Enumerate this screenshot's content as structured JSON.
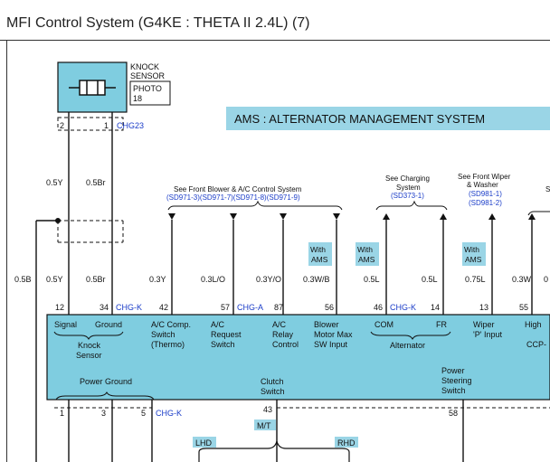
{
  "title": "MFI Control System  (G4KE : THETA II 2.4L) (7)",
  "ams_banner": "AMS : ALTERNATOR MANAGEMENT SYSTEM",
  "knock_sensor": {
    "label_line1": "KNOCK",
    "label_line2": "SENSOR",
    "photo_line1": "PHOTO",
    "photo_line2": "18",
    "pin_a": "2",
    "pin_b": "1",
    "connector": "CHG23"
  },
  "wires": {
    "w_05y_top": "0.5Y",
    "w_05br_top": "0.5Br",
    "w_05b": "0.5B",
    "w_05y": "0.5Y",
    "w_05br": "0.5Br",
    "w_03y": "0.3Y",
    "w_03lo": "0.3L/O",
    "w_03yo": "0.3Y/O",
    "w_03wb": "0.3W/B",
    "w_05l_a": "0.5L",
    "w_05l_b": "0.5L",
    "w_075l": "0.75L",
    "w_03w": "0.3W",
    "w_0_cut": "0"
  },
  "refs": {
    "blower_title": "See Front Blower & A/C Control System",
    "blower_codes": "(SD971-3)(SD971-7)(SD971-8)(SD971-9)",
    "charging_l1": "See Charging",
    "charging_l2": "System",
    "charging_code": "(SD373-1)",
    "wiper_l1": "See Front Wiper",
    "wiper_l2": "& Washer",
    "wiper_code1": "(SD981-1)",
    "wiper_code2": "(SD981-2)",
    "cut_s": "S"
  },
  "with_ams": {
    "l1": "With",
    "l2": "AMS"
  },
  "pins": {
    "p12": "12",
    "p34": "34",
    "conn_chgk1": "CHG-K",
    "p42": "42",
    "p57": "57",
    "conn_chga": "CHG-A",
    "p87": "87",
    "p56": "56",
    "p46": "46",
    "conn_chgk2": "CHG-K",
    "p14": "14",
    "p13": "13",
    "p55": "55",
    "p1": "1",
    "p3": "3",
    "p5": "5",
    "conn_chgk3": "CHG-K",
    "p43": "43",
    "p58": "58"
  },
  "ecm_labels": {
    "signal": "Signal",
    "ground": "Ground",
    "knock": "Knock",
    "sensor": "Sensor",
    "ac_comp_1": "A/C Comp.",
    "ac_comp_2": "Switch",
    "ac_comp_3": "(Thermo)",
    "ac_req_1": "A/C",
    "ac_req_2": "Request",
    "ac_req_3": "Switch",
    "ac_relay_1": "A/C",
    "ac_relay_2": "Relay",
    "ac_relay_3": "Control",
    "blower_1": "Blower",
    "blower_2": "Motor Max",
    "blower_3": "SW Input",
    "com": "COM",
    "fr": "FR",
    "alternator": "Alternator",
    "wiper_1": "Wiper",
    "wiper_2": "'P' Input",
    "high": "High",
    "ccp": "CCP-",
    "power_ground": "Power Ground",
    "clutch_1": "Clutch",
    "clutch_2": "Switch",
    "ps_1": "Power",
    "ps_2": "Steering",
    "ps_3": "Switch"
  },
  "mt_tag": "M/T",
  "lhd_tag": "LHD",
  "rhd_tag": "RHD",
  "colors": {
    "ecm_fill": "#7fcde0",
    "tag_fill": "#9ad5e6",
    "link_blue": "#1a3cc8",
    "line": "#111111"
  }
}
